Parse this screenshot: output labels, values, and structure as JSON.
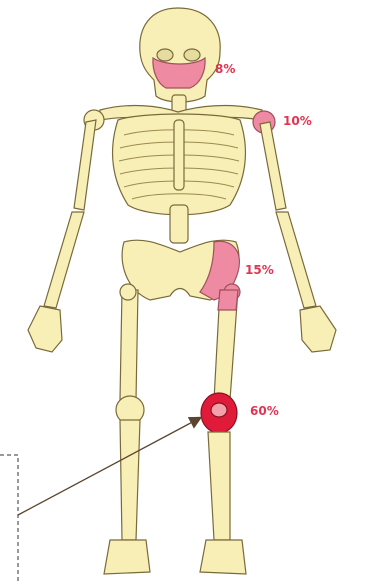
{
  "diagram": {
    "labels": [
      {
        "id": "skull",
        "text": "8%"
      },
      {
        "id": "shoulder",
        "text": "10%"
      },
      {
        "id": "pelvis",
        "text": "15%"
      },
      {
        "id": "knee",
        "text": "60%"
      }
    ]
  },
  "colors": {
    "bone_fill": "#f7efb6",
    "bone_stroke": "#7a6a3a",
    "highlight_light": "#ee8aa2",
    "highlight_strong": "#e01b3a",
    "label_text": "#e2344f",
    "arrow": "#5a4630",
    "dashed_box": "#333333"
  },
  "icons": [
    "skeleton-figure",
    "pointer-arrow"
  ]
}
